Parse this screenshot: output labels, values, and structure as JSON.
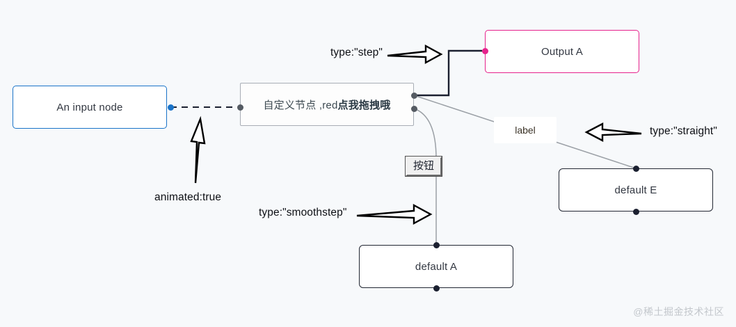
{
  "canvas": {
    "background": "#f7f9fb",
    "watermark": "@稀土掘金技术社区"
  },
  "nodes": [
    {
      "id": "input-node",
      "label": "An input node",
      "type": "input",
      "border_color": "#1a73c8",
      "handle_color": "#1a73c8"
    },
    {
      "id": "custom-node",
      "label_plain": "自定义节点 ,red",
      "label_bold": "点我拖拽哦",
      "type": "custom",
      "border_color": "#a8adb5",
      "handle_color": "#555b63"
    },
    {
      "id": "output-a",
      "label": "Output A",
      "type": "output",
      "border_color": "#e6228c",
      "handle_color": "#e6228c"
    },
    {
      "id": "default-a",
      "label": "default A",
      "type": "default",
      "border_color": "#222733",
      "handle_color": "#1b2030"
    },
    {
      "id": "default-e",
      "label": "default E",
      "type": "default",
      "border_color": "#222733",
      "handle_color": "#1b2030"
    }
  ],
  "edges": [
    {
      "id": "edge-animated",
      "type": "animated-dashed",
      "from": "input-node",
      "to": "custom-node",
      "color": "#1b2030"
    },
    {
      "id": "edge-step",
      "type": "step",
      "from": "custom-node",
      "to": "output-a",
      "color": "#1b2030"
    },
    {
      "id": "edge-straight",
      "type": "straight",
      "from": "custom-node",
      "to": "default-e",
      "color": "#9ba0a6",
      "label": "label"
    },
    {
      "id": "edge-smoothstep",
      "type": "smoothstep",
      "from": "custom-node",
      "to": "default-a",
      "color": "#9ba0a6"
    }
  ],
  "edge_button": {
    "label": "按钮"
  },
  "annotations": [
    {
      "id": "anno-step",
      "text": "type:\"step\"",
      "arrow": "right"
    },
    {
      "id": "anno-smoothstep",
      "text": "type:\"smoothstep\"",
      "arrow": "right"
    },
    {
      "id": "anno-straight",
      "text": "type:\"straight\"",
      "arrow": "left"
    },
    {
      "id": "anno-animated",
      "text": "animated:true",
      "arrow": "up"
    }
  ]
}
